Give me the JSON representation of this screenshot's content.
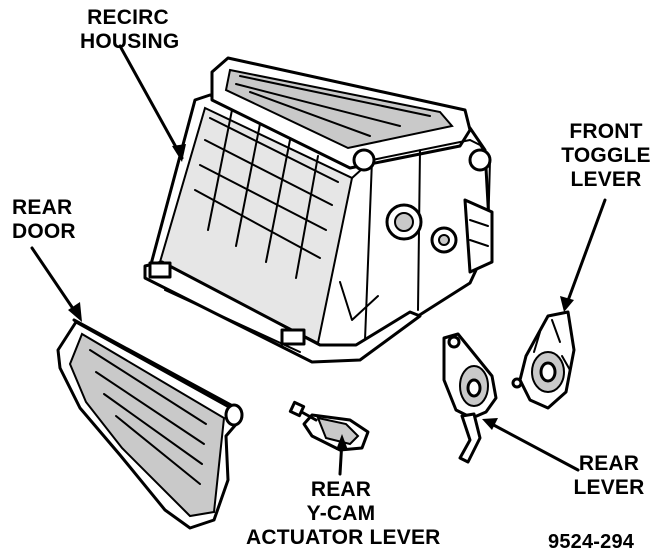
{
  "labels": {
    "recirc_housing": [
      "RECIRC",
      "HOUSING"
    ],
    "rear_door": [
      "REAR",
      "DOOR"
    ],
    "front_toggle_lever": [
      "FRONT",
      "TOGGLE",
      "LEVER"
    ],
    "rear_lever": [
      "REAR",
      "LEVER"
    ],
    "rear_ycam_actuator_lever": [
      "REAR",
      "Y-CAM",
      "ACTUATOR LEVER"
    ]
  },
  "figure_id": "9524-294"
}
